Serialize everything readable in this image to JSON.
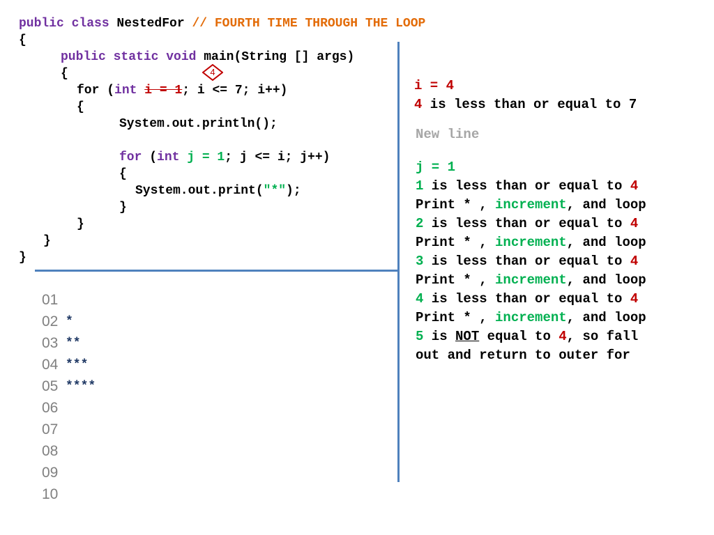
{
  "code": {
    "l1_kw": "public class",
    "l1_name": " NestedFor ",
    "l1_comment": "// FOURTH TIME THROUGH THE LOOP",
    "l2": "{",
    "l3_kw": "public static void",
    "l3_rest": " main(String [] args)",
    "l4": "{",
    "l5_for": "for (",
    "l5_int": "int",
    "l5_strike": "i = 1",
    "l5_rest": "; i <= 7; i++)",
    "l6": "{",
    "l7": "System.out.println();",
    "l8_for": "for",
    "l8_open": " (",
    "l8_int": "int",
    "l8_init": " j = 1",
    "l8_rest": "; j <= i; j++)",
    "l9": "{",
    "l10_pre": "System.out.print(",
    "l10_str": "\"*\"",
    "l10_post": ");",
    "l11": "}",
    "l12": "}",
    "l13": "}",
    "l14": "}"
  },
  "badge": {
    "value": "4"
  },
  "output": {
    "line_numbers": [
      "01",
      "02",
      "03",
      "04",
      "05",
      "06",
      "07",
      "08",
      "09",
      "10"
    ],
    "lines": [
      "",
      "*",
      "**",
      "***",
      "****",
      "",
      "",
      "",
      "",
      ""
    ]
  },
  "explanation": {
    "i_assign": "i = 4",
    "cond_num": "4",
    "cond_text": " is less than or equal to 7",
    "new_line": "New line",
    "j_assign": "j = 1",
    "lte_text": " is less than or equal to ",
    "limit": "4",
    "print_pre": "Print * , ",
    "increment": "increment",
    "print_post": ", and loop",
    "checks": [
      "1",
      "2",
      "3",
      "4"
    ],
    "final_num": "5",
    "final_is": " is ",
    "final_not": "NOT",
    "final_eq": " equal to ",
    "final_limit": "4",
    "final_rest": ", so fall",
    "final_line2": "out and return to outer for"
  }
}
